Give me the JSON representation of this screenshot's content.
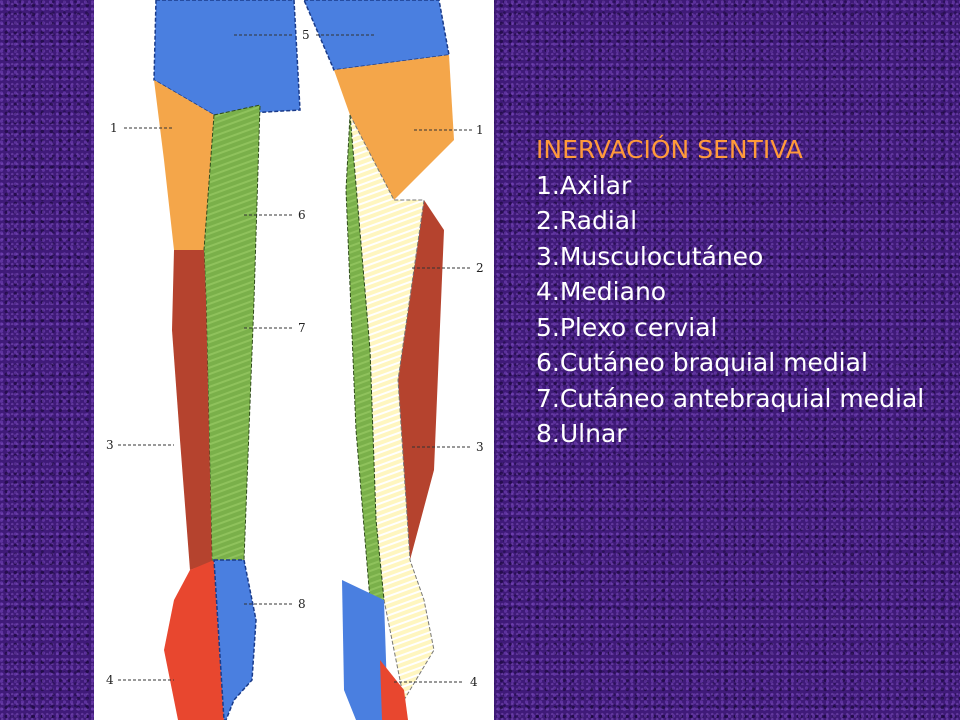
{
  "legend": {
    "title": "INERVACIÓN SENTIVA",
    "items": [
      "1.Axilar",
      "2.Radial",
      "3.Musculocutáneo",
      "4.Mediano",
      "5.Plexo cervial",
      "6.Cutáneo braquial medial",
      "7.Cutáneo antebraquial medial",
      "8.Ulnar"
    ]
  },
  "figure": {
    "labels": [
      "5",
      "1",
      "1",
      "6",
      "2",
      "7",
      "3",
      "3",
      "8",
      "4",
      "4"
    ]
  },
  "colors": {
    "background": "#3f1a78",
    "title": "#ff9a3a",
    "axilar": "#f4a64a",
    "radial": "#b5432e",
    "musculocutaneo": "#b5432e",
    "mediano": "#e8472f",
    "plexo_cervical": "#4a7fe0",
    "braquial_medial": "#7ab04a",
    "antebraquial_medial": "#fff6c0",
    "ulnar": "#4a7fe0"
  }
}
